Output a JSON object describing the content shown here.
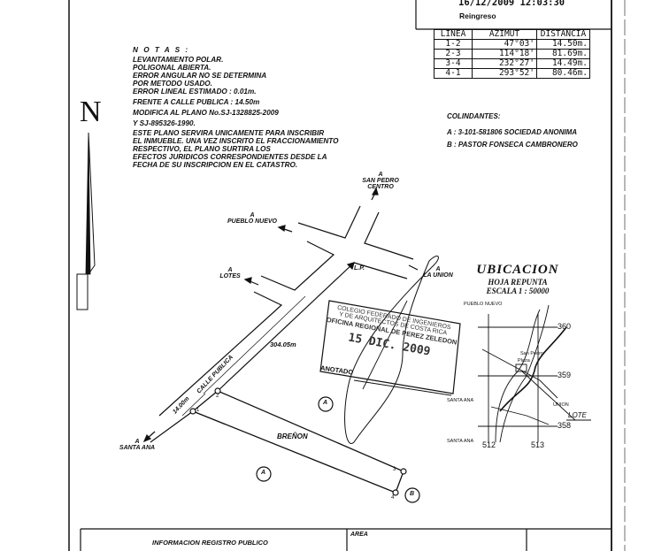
{
  "header": {
    "datetime": "16/12/2009 12:03:30",
    "note": "Reingreso"
  },
  "table": {
    "headers": [
      "LINEA",
      "AZIMUT",
      "DISTANCIA"
    ],
    "rows": [
      [
        "1-2",
        "47°03'",
        "14.50m."
      ],
      [
        "2-3",
        "114°18'",
        "81.69m."
      ],
      [
        "3-4",
        "232°27'",
        "14.49m."
      ],
      [
        "4-1",
        "293°52'",
        "80.46m."
      ]
    ]
  },
  "notes": {
    "title": "N O T A S :",
    "lines": [
      "LEVANTAMIENTO POLAR.",
      "POLIGONAL ABIERTA.",
      "ERROR ANGULAR NO SE DETERMINA",
      "POR METODO USADO.",
      "ERROR LINEAL ESTIMADO : 0.01m.",
      "FRENTE A CALLE PUBLICA : 14.50m",
      "MODIFICA AL PLANO No.SJ-1328825-2009",
      "Y SJ-895326-1990.",
      "ESTE PLANO SERVIRA UNICAMENTE PARA INSCRIBIR",
      "EL INMUEBLE. UNA VEZ INSCRITO EL FRACCIONAMIENTO",
      "RESPECTIVO, EL PLANO SURTIRA LOS",
      "EFECTOS JURIDICOS CORRESPONDIENTES DESDE LA",
      "FECHA DE SU INSCRIPCION EN EL CATASTRO."
    ]
  },
  "colindantes": {
    "title": "COLINDANTES:",
    "a": "A : 3-101-581806 SOCIEDAD ANONIMA",
    "b": "B : PASTOR FONSECA CAMBRONERO"
  },
  "north": "N",
  "plan": {
    "a": "A",
    "san_pedro": "SAN PEDRO",
    "centro": "CENTRO",
    "pueblo_nuevo": "PUEBLO NUEVO",
    "lotes": "LOTES",
    "la_union": "LA UNION",
    "santa_ana": "SANTA ANA",
    "lp": "L.P.",
    "calle_publica": "CALLE PUBLICA",
    "dist_304": "304.05m",
    "dist_14": "14.00m",
    "breñon": "BREÑON",
    "p1": "1",
    "p2": "2",
    "p3": "3",
    "p4": "4",
    "circle_a": "A",
    "circle_b": "B"
  },
  "stamp": {
    "line1": "COLEGIO FEDERADO DE INGENIEROS",
    "line2": "Y DE ARQUITECTOS DE COSTA RICA",
    "line3": "OFICINA REGIONAL DE PEREZ ZELEDON",
    "date": "15 DIC. 2009",
    "anotado": "ANOTADO"
  },
  "ubicacion": {
    "title": "UBICACION",
    "sheet": "HOJA REPUNTA",
    "scale": "ESCALA 1 : 50000",
    "pueblo_nuevo": "PUEBLO NUEVO",
    "san_pedro": "San Pedro",
    "plaza": "Plaza",
    "santa_ana": "SANTA ANA",
    "union": "UNION",
    "lote": "LOTE",
    "g360": "360",
    "g359": "359",
    "g358": "358",
    "g512": "512",
    "g513": "513"
  },
  "footer": {
    "registro": "INFORMACION REGISTRO PUBLICO",
    "area": "AREA"
  }
}
